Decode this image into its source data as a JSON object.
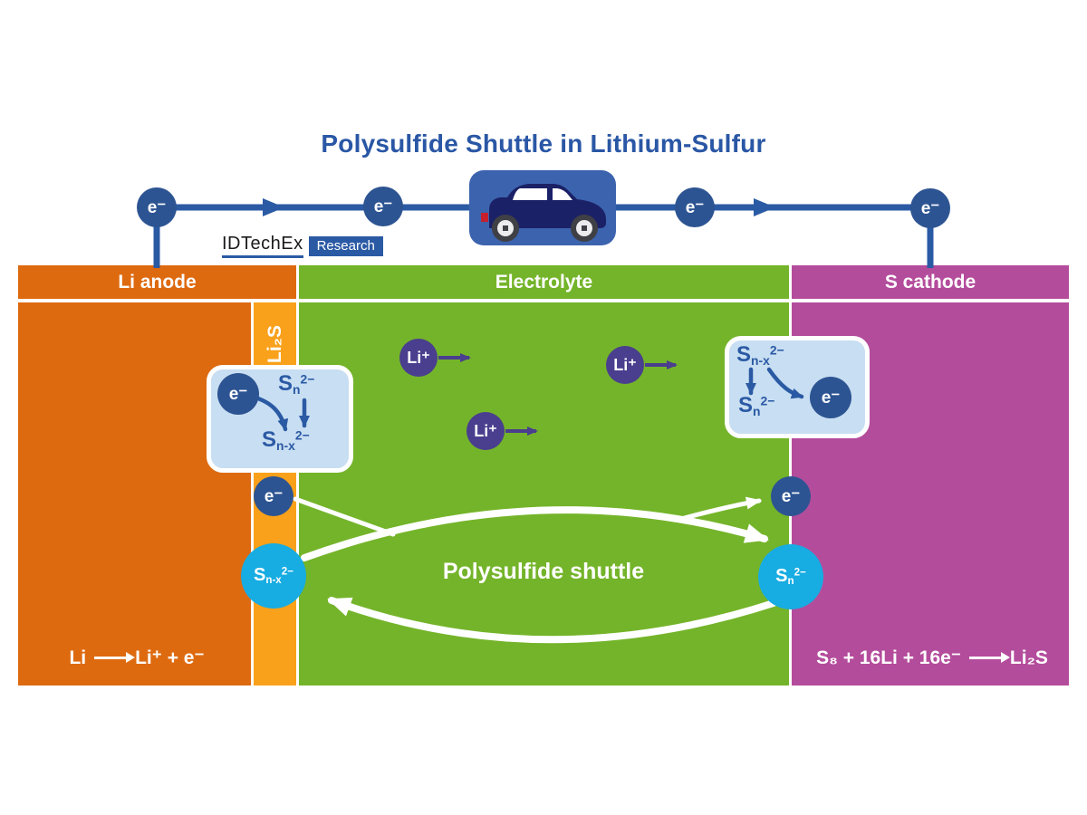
{
  "title": "Polysulfide Shuttle in Lithium-Sulfur",
  "logo": {
    "brand": "IDTechEx",
    "tag": "Research"
  },
  "labels": {
    "electron": "e⁻",
    "li_ion": "Li⁺",
    "li2s": "Li₂S",
    "shuttle": "Polysulfide shuttle"
  },
  "species": {
    "sn": {
      "base": "S",
      "sub": "n",
      "sup": "2−"
    },
    "snx": {
      "base": "S",
      "sub": "n-x",
      "sup": "2−"
    }
  },
  "regions": {
    "anode": {
      "label": "Li anode",
      "color": "#de6a10"
    },
    "li2s_layer": {
      "label": "Li₂S",
      "color": "#f9a11b"
    },
    "electrolyte": {
      "label": "Electrolyte",
      "color": "#74b42a"
    },
    "cathode": {
      "label": "S cathode",
      "color": "#b44c9c"
    }
  },
  "equations": {
    "anode": {
      "lhs": "Li",
      "rhs": "Li⁺ + e⁻"
    },
    "cathode": {
      "lhs": "S₈ + 16Li + 16e⁻",
      "rhs": "Li₂S"
    }
  },
  "colors": {
    "wire_blue": "#2b5aa4",
    "circle_blue": "#2d5492",
    "ion_purple": "#4a3e8e",
    "polysulfide_cyan": "#17ace2",
    "reaction_box_fill": "#c8def2",
    "title_blue": "#2a57a5"
  }
}
